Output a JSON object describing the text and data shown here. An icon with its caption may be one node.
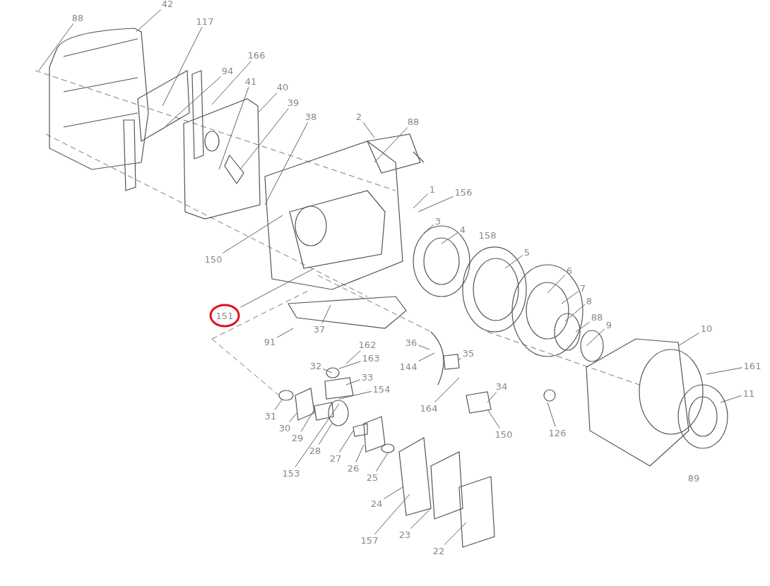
{
  "diagram": {
    "nodes": [
      {
        "text": [
          "88"
        ]
      },
      {
        "text": [
          "42"
        ]
      },
      {
        "text": [
          "117"
        ]
      },
      {
        "text": [
          "166"
        ]
      },
      {
        "text": [
          "94"
        ]
      },
      {
        "text": [
          "41"
        ]
      },
      {
        "text": [
          "40"
        ]
      },
      {
        "text": [
          "39"
        ]
      },
      {
        "text": [
          "38"
        ]
      },
      {
        "text": [
          "2"
        ]
      },
      {
        "text": [
          "88"
        ]
      },
      {
        "text": [
          "1"
        ]
      },
      {
        "text": [
          "156"
        ]
      },
      {
        "text": [
          "3"
        ]
      },
      {
        "text": [
          "4"
        ]
      },
      {
        "text": [
          "5"
        ]
      },
      {
        "text": [
          "6"
        ]
      },
      {
        "text": [
          "7"
        ]
      },
      {
        "text": [
          "8"
        ]
      },
      {
        "text": [
          "88"
        ]
      },
      {
        "text": [
          "9"
        ]
      },
      {
        "text": [
          "10"
        ]
      },
      {
        "text": [
          "161"
        ]
      },
      {
        "text": [
          "11"
        ]
      },
      {
        "text": [
          "150"
        ]
      },
      {
        "text": [
          "151"
        ]
      },
      {
        "text": [
          "91"
        ]
      },
      {
        "text": [
          "37"
        ]
      },
      {
        "text": [
          "162"
        ]
      },
      {
        "text": [
          "163"
        ]
      },
      {
        "text": [
          "32"
        ]
      },
      {
        "text": [
          "33"
        ]
      },
      {
        "text": [
          "154"
        ]
      },
      {
        "text": [
          "31"
        ]
      },
      {
        "text": [
          "30"
        ]
      },
      {
        "text": [
          "29"
        ]
      },
      {
        "text": [
          "28"
        ]
      },
      {
        "text": [
          "27"
        ]
      },
      {
        "text": [
          "26"
        ]
      },
      {
        "text": [
          "25"
        ]
      },
      {
        "text": [
          "153"
        ]
      },
      {
        "text": [
          "24"
        ]
      },
      {
        "text": [
          "157"
        ]
      },
      {
        "text": [
          "23"
        ]
      },
      {
        "text": [
          "22"
        ]
      },
      {
        "text": [
          "36"
        ]
      },
      {
        "text": [
          "144"
        ]
      },
      {
        "text": [
          "35"
        ]
      },
      {
        "text": [
          "164"
        ]
      },
      {
        "text": [
          "34"
        ]
      },
      {
        "text": [
          "150"
        ]
      },
      {
        "text": [
          "126"
        ]
      }
    ],
    "edges": [
      {
        "from": 0,
        "to": null,
        "arrow": "none"
      },
      {
        "from": 1,
        "to": null,
        "arrow": "none"
      },
      {
        "from": 2,
        "to": null,
        "arrow": "none"
      },
      {
        "from": 3,
        "to": null,
        "arrow": "none"
      },
      {
        "from": 4,
        "to": null,
        "arrow": "none"
      },
      {
        "from": 5,
        "to": null,
        "arrow": "none"
      },
      {
        "from": 6,
        "to": null,
        "arrow": "none"
      },
      {
        "from": 7,
        "to": null,
        "arrow": "none"
      },
      {
        "from": 8,
        "to": null,
        "arrow": "none"
      },
      {
        "from": 9,
        "to": null,
        "arrow": "none"
      },
      {
        "from": 10,
        "to": null,
        "arrow": "none"
      },
      {
        "from": 11,
        "to": null,
        "arrow": "none"
      },
      {
        "from": 12,
        "to": null,
        "arrow": "none"
      },
      {
        "from": 13,
        "to": null,
        "arrow": "none"
      },
      {
        "from": 14,
        "to": null,
        "arrow": "none"
      },
      {
        "from": 15,
        "to": null,
        "arrow": "none"
      },
      {
        "from": 16,
        "to": null,
        "arrow": "none"
      },
      {
        "from": 17,
        "to": null,
        "arrow": "none"
      },
      {
        "from": 18,
        "to": null,
        "arrow": "none"
      },
      {
        "from": 19,
        "to": null,
        "arrow": "none"
      },
      {
        "from": 20,
        "to": null,
        "arrow": "none"
      },
      {
        "from": 21,
        "to": null,
        "arrow": "none"
      },
      {
        "from": 22,
        "to": null,
        "arrow": "none"
      },
      {
        "from": 23,
        "to": null,
        "arrow": "none"
      },
      {
        "from": 24,
        "to": null,
        "arrow": "none"
      },
      {
        "from": 25,
        "to": null,
        "arrow": "none"
      },
      {
        "from": 26,
        "to": null,
        "arrow": "none"
      },
      {
        "from": 27,
        "to": null,
        "arrow": "none"
      },
      {
        "from": 28,
        "to": null,
        "arrow": "none"
      },
      {
        "from": 29,
        "to": null,
        "arrow": "none"
      },
      {
        "from": 30,
        "to": null,
        "arrow": "none"
      },
      {
        "from": 31,
        "to": null,
        "arrow": "none"
      },
      {
        "from": 32,
        "to": null,
        "arrow": "none"
      },
      {
        "from": 33,
        "to": null,
        "arrow": "none"
      },
      {
        "from": 34,
        "to": null,
        "arrow": "none"
      },
      {
        "from": 35,
        "to": null,
        "arrow": "none"
      },
      {
        "from": 36,
        "to": null,
        "arrow": "none"
      },
      {
        "from": 37,
        "to": null,
        "arrow": "none"
      },
      {
        "from": 38,
        "to": null,
        "arrow": "none"
      },
      {
        "from": 39,
        "to": null,
        "arrow": "none"
      },
      {
        "from": 40,
        "to": null,
        "arrow": "none"
      },
      {
        "from": 41,
        "to": null,
        "arrow": "none"
      },
      {
        "from": 42,
        "to": null,
        "arrow": "none"
      },
      {
        "from": 43,
        "to": null,
        "arrow": "none"
      },
      {
        "from": 44,
        "to": null,
        "arrow": "none"
      },
      {
        "from": 45,
        "to": null,
        "arrow": "none"
      },
      {
        "from": 46,
        "to": null,
        "arrow": "none"
      },
      {
        "from": 47,
        "to": null,
        "arrow": "none"
      },
      {
        "from": 48,
        "to": null,
        "arrow": "none"
      },
      {
        "from": 49,
        "to": null,
        "arrow": "none"
      },
      {
        "from": 50,
        "to": null,
        "arrow": "none"
      },
      {
        "from": 51,
        "to": null,
        "arrow": "none"
      }
    ],
    "labels": [
      "158",
      "89"
    ]
  }
}
